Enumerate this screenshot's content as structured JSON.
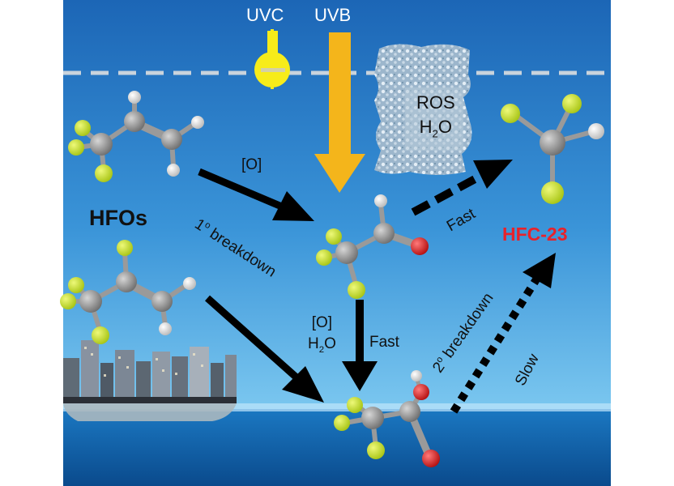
{
  "labels": {
    "uvc": "UVC",
    "uvb": "UVB",
    "ros": "ROS",
    "water_h": "H",
    "water_sub": "2",
    "water_o": "O",
    "oxidant_top": "[O]",
    "hfos": "HFOs",
    "primary_num": "1",
    "primary_sup": "o",
    "primary_text": " breakdown",
    "fast_top": "Fast",
    "hfc23": "HFC-23",
    "oxidant_mid": "[O]",
    "fast_mid": "Fast",
    "secondary_num": "2",
    "secondary_sup": "o",
    "secondary_text": " breakdown",
    "slow": "Slow"
  },
  "colors": {
    "sky_top": "#1f6fbd",
    "sky_bottom": "#4fb0e6",
    "sea": "#0f5aa0",
    "uvc_lamp": "#f7ec1a",
    "uvb_arrow": "#f4b51b",
    "hfc23_text": "#e8222a",
    "carbon": "#8a8a8a",
    "fluorine": "#c9e11f",
    "hydrogen": "#f2f2f2",
    "oxygen": "#e01f1f"
  }
}
